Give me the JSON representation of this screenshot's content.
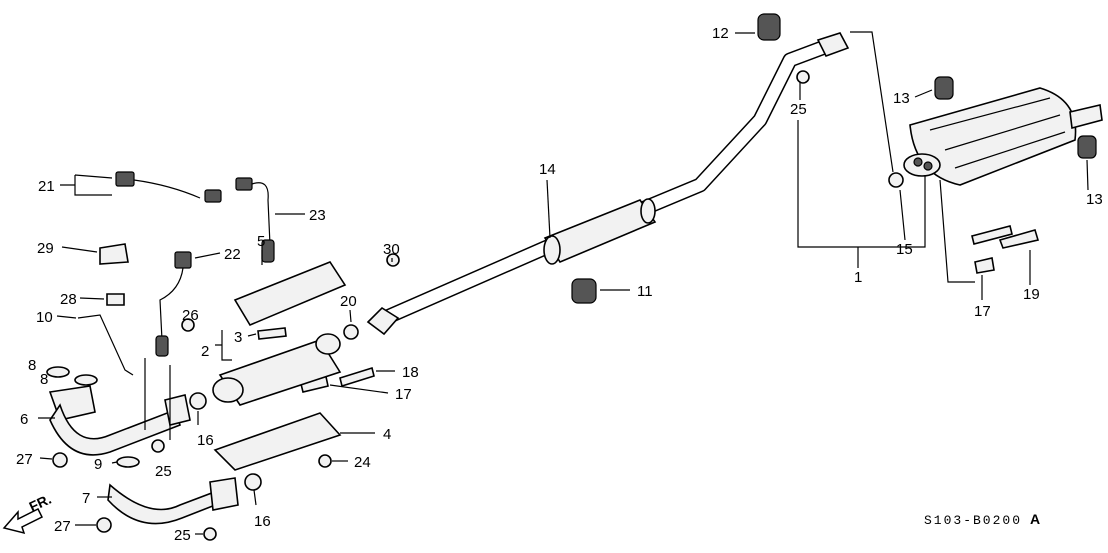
{
  "diagram": {
    "labels": {
      "l12": "12",
      "l25a": "25",
      "l13a": "13",
      "l13b": "13",
      "l14": "14",
      "l15": "15",
      "l1": "1",
      "l17a": "17",
      "l19": "19",
      "l30": "30",
      "l11": "11",
      "l20": "20",
      "l21": "21",
      "l23": "23",
      "l22": "22",
      "l5": "5",
      "l29": "29",
      "l28": "28",
      "l10": "10",
      "l26": "26",
      "l3": "3",
      "l2": "2",
      "l8a": "8",
      "l8b": "8",
      "l18": "18",
      "l17b": "17",
      "l6": "6",
      "l16a": "16",
      "l4": "4",
      "l27a": "27",
      "l9": "9",
      "l25b": "25",
      "l24": "24",
      "l7": "7",
      "l16b": "16",
      "l27b": "27",
      "l25c": "25"
    },
    "front_indicator": "FR.",
    "drawing_code": "S103-B0200",
    "revision": "A"
  }
}
